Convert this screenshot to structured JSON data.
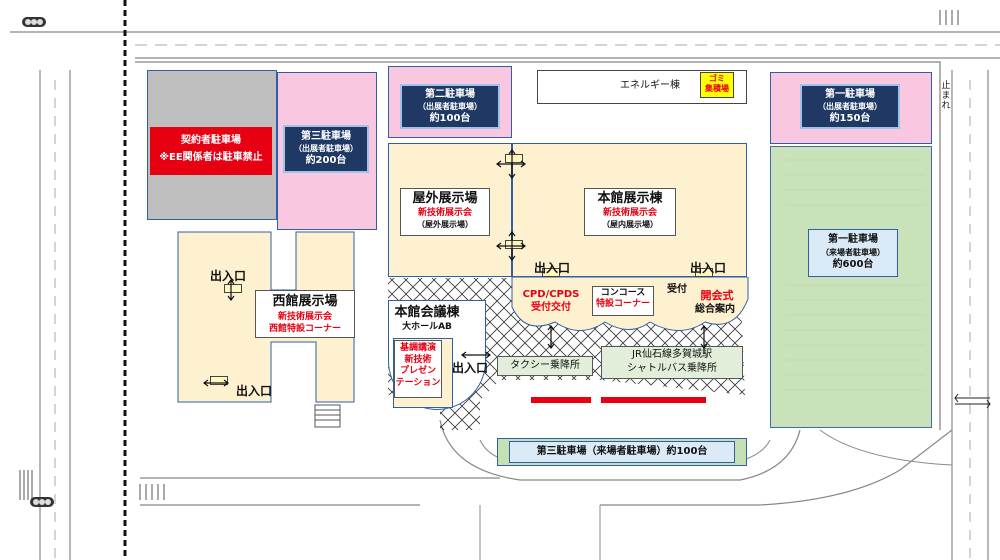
{
  "parking_contractor": {
    "title": "契約者駐車場",
    "note": "※EE関係者は駐車禁止"
  },
  "parking3_exhibitor": {
    "title": "第三駐車場",
    "sub": "（出展者駐車場）",
    "capacity": "約200台"
  },
  "parking2_exhibitor": {
    "title": "第二駐車場",
    "sub": "（出展者駐車場）",
    "capacity": "約100台"
  },
  "parking1_exhibitor": {
    "title": "第一駐車場",
    "sub": "（出展者駐車場）",
    "capacity": "約150台"
  },
  "parking1_visitor": {
    "title": "第一駐車場",
    "sub": "（来場者駐車場）",
    "capacity": "約600台"
  },
  "parking3_visitor": {
    "label": "第三駐車場（来場者駐車場）約100台"
  },
  "energy_building": "エネルギー棟",
  "garbage": {
    "line1": "ゴミ",
    "line2": "集積場"
  },
  "stop_sign": "止まれ",
  "outdoor_hall": {
    "title": "屋外展示場",
    "event": "新技術展示会",
    "sub": "（屋外展示場）"
  },
  "main_hall": {
    "title": "本館展示棟",
    "event": "新技術展示会",
    "sub": "（屋内展示場）"
  },
  "west_hall": {
    "title": "西館展示場",
    "event1": "新技術展示会",
    "event2": "西館特設コーナー"
  },
  "conference": {
    "title": "本館会議棟",
    "sub": "大ホールAB",
    "lines": [
      "基調講演",
      "新技術",
      "プレゼン",
      "テーション"
    ]
  },
  "cpd": {
    "line1": "CPD/CPDS",
    "line2": "受付交付"
  },
  "concourse": {
    "line1": "コンコース",
    "line2": "特設コーナー"
  },
  "reception": "受付",
  "opening": "開会式",
  "info": "総合案内",
  "taxi": "タクシー乗降所",
  "shuttle": {
    "line1": "JR仙石線多賀城駅",
    "line2": "シャトルバス乗降所"
  },
  "entrance_label": "出入口",
  "colors": {
    "pink": "#f9c7df",
    "gray": "#bfbfbf",
    "beige": "#fdf1d0",
    "green": "#c5e0b4",
    "red": "#e60012",
    "navy": "#1f3864",
    "blue_outline": "#2e5fa8"
  }
}
